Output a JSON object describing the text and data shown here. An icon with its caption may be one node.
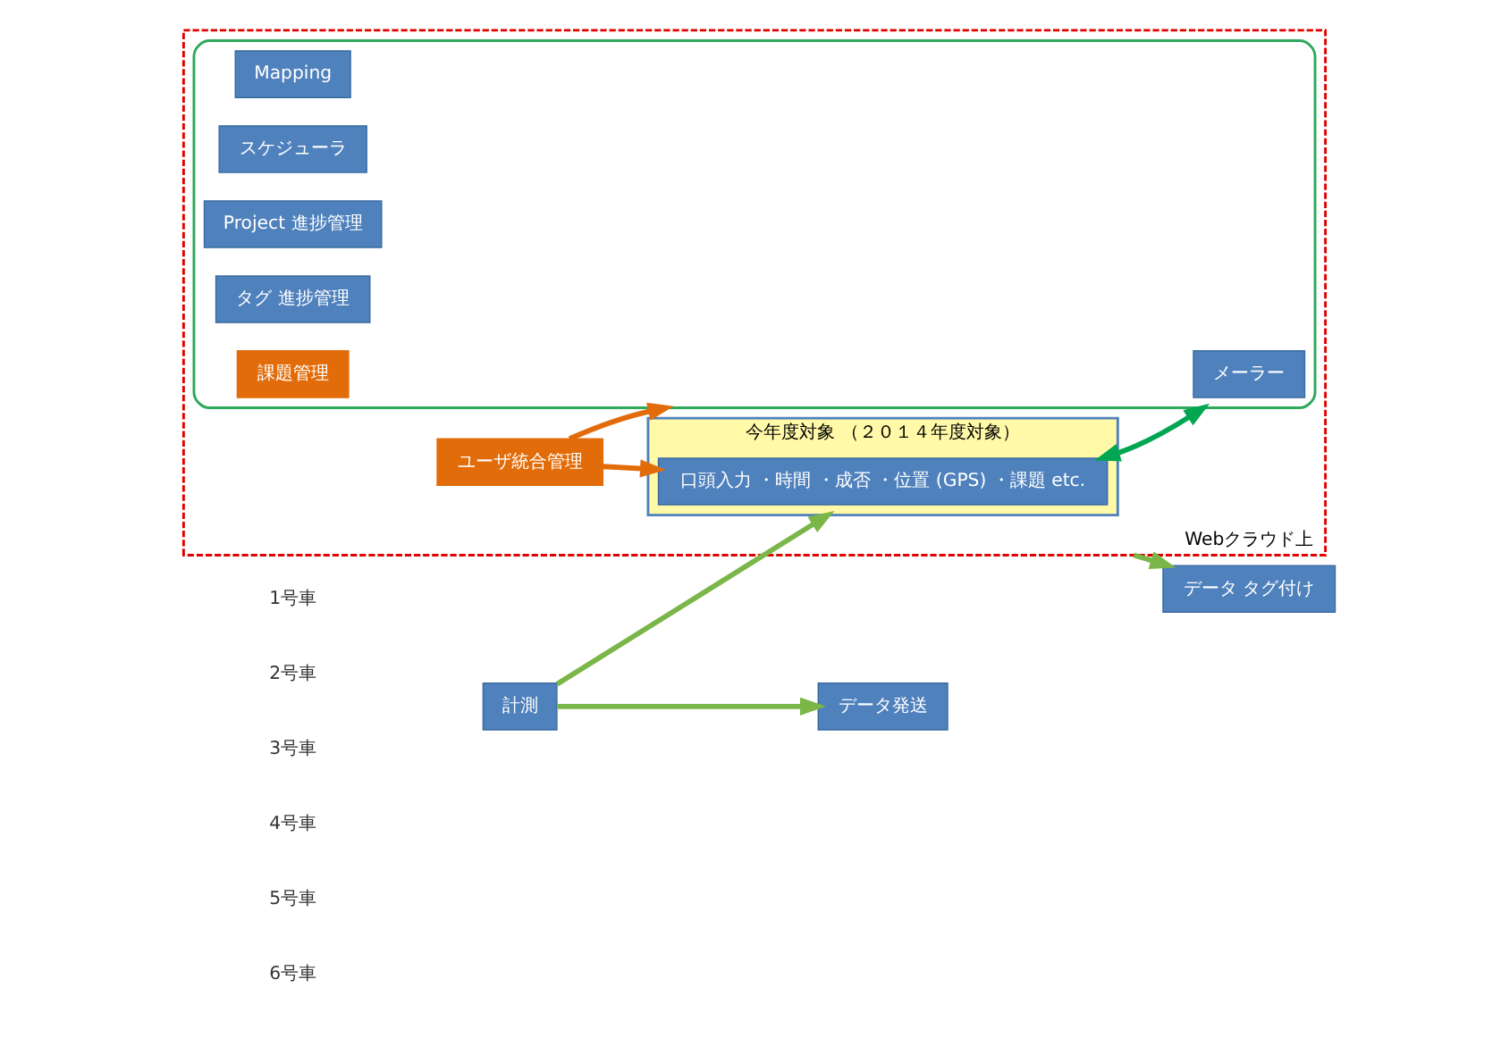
{
  "diagram": {
    "nodes": [
      {
        "text": [
          "Webクラウド上"
        ]
      },
      {
        "text": [
          "今年度対象 （２０１４年度対象）"
        ],
        "in": 0
      },
      {
        "text": [
          "口頭入力 ・時間 ・成否 ・位置 (GPS) ・課題 etc."
        ],
        "in": 1
      },
      {
        "text": [
          "ユーザ統合管理"
        ],
        "in": 0
      },
      {
        "text": [],
        "shape": "box",
        "in": 0
      },
      {
        "text": [
          "メーラー"
        ],
        "in": 4
      },
      {
        "text": [
          "Mapping"
        ],
        "in": 4
      },
      {
        "text": [
          "スケジューラ"
        ],
        "in": 4
      },
      {
        "text": [
          "Project 進捗管理"
        ],
        "in": 4
      },
      {
        "text": [
          "タグ 進捗管理"
        ],
        "in": 4
      },
      {
        "text": [
          "課題管理"
        ],
        "in": 4
      },
      {
        "text": [
          "計測"
        ]
      },
      {
        "text": [
          "データ タグ付け"
        ]
      },
      {
        "text": [
          "データ発送"
        ]
      }
    ],
    "edges": [
      {
        "from": 11,
        "to": 1,
        "arrow": "to"
      },
      {
        "from": 3,
        "to": 2,
        "arrow": "to",
        "color": "#e36c0a"
      },
      {
        "from": 3,
        "to": 4,
        "arrow": "to",
        "color": "#e36c0a"
      },
      {
        "from": 2,
        "to": 4,
        "arrow": "both",
        "color": "#00a651"
      },
      {
        "from": 0,
        "to": 12,
        "arrow": "to"
      },
      {
        "from": 11,
        "to": 13,
        "arrow": "to"
      }
    ],
    "labels": [
      "1号車",
      "2号車",
      "3号車",
      "4号車",
      "5号車",
      "6号車"
    ]
  }
}
